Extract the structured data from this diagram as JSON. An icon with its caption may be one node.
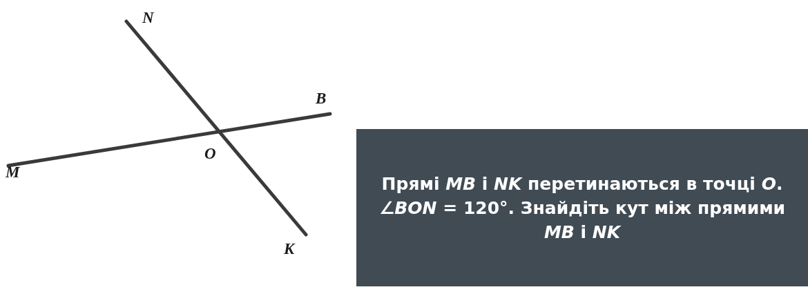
{
  "diagram": {
    "nodes": [
      {
        "text": [
          "Прямі *MB* і *NK* перетинаються в точці *O*. ∠*BON* = 120°. Знайдіть кут між прямими *MB* і *NK*"
        ]
      }
    ],
    "labels": [
      "N",
      "B",
      "M",
      "O",
      "K"
    ]
  }
}
